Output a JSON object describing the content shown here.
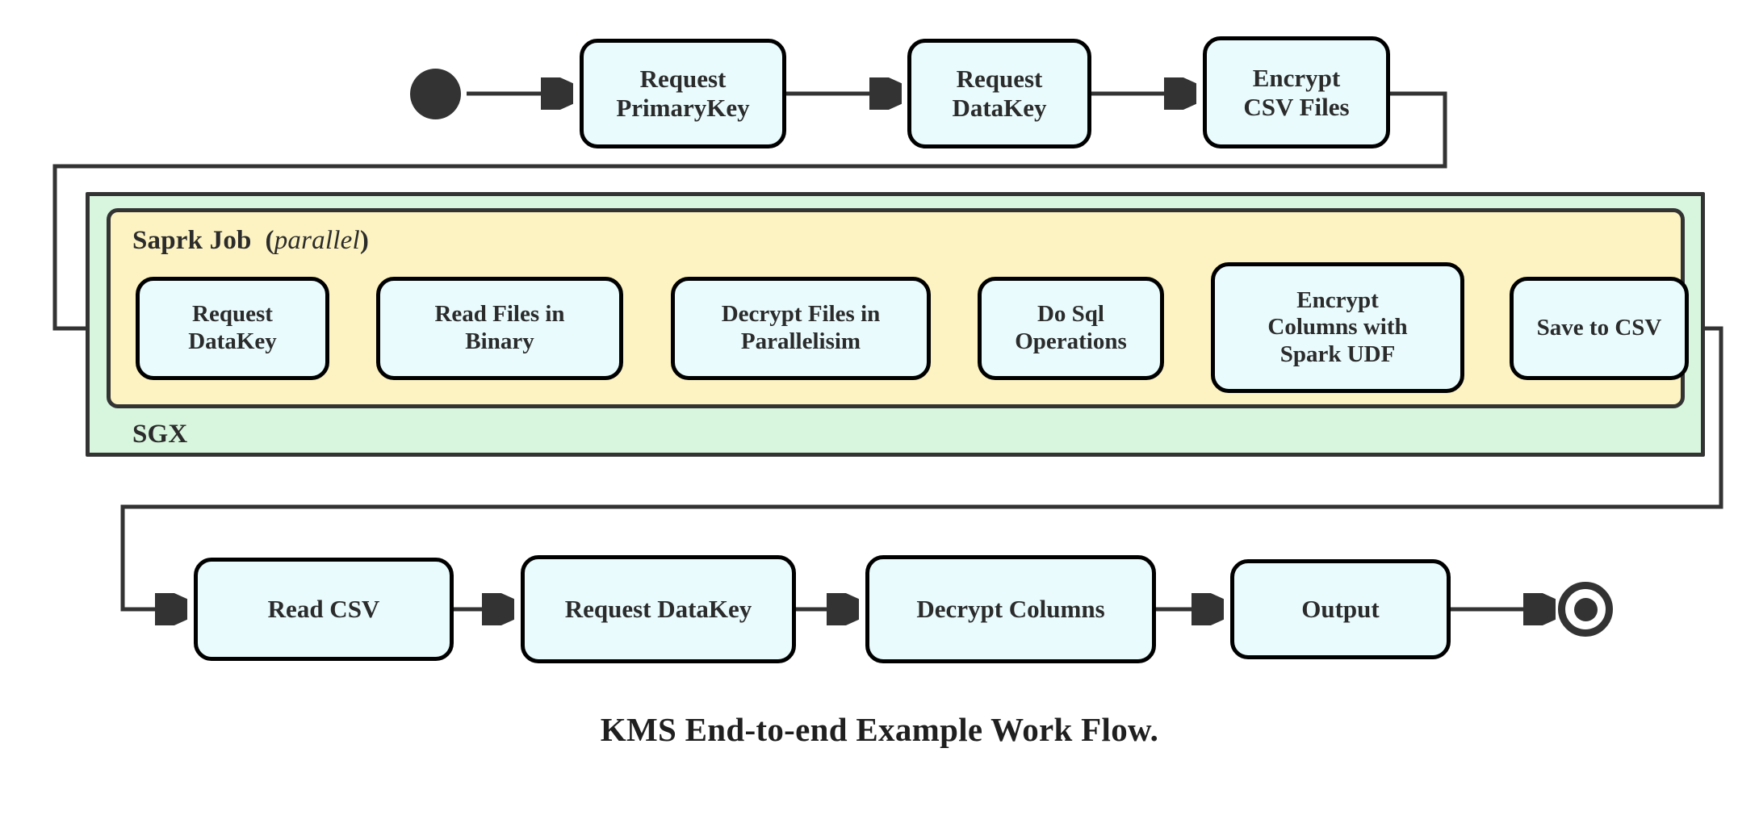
{
  "diagram": {
    "title": "KMS End-to-end Example Work Flow.",
    "type": "uml-activity-flowchart",
    "colors": {
      "node_fill": "#e9fbfd",
      "node_stroke": "#000000",
      "sgx_fill": "#d8f5dd",
      "spark_fill": "#fdf3c2",
      "region_stroke": "#333333",
      "wire_stroke": "#333333",
      "text": "#2b2b2b",
      "page_background": "#ffffff"
    },
    "regions": [
      {
        "id": "sgx",
        "label": "SGX",
        "label_position": "bottom-left"
      },
      {
        "id": "spark",
        "label_bold": "Saprk Job",
        "label_paren_open": "(",
        "label_italic": "parallel",
        "label_paren_close": ")",
        "label_position": "top-left"
      }
    ],
    "markers": {
      "start": "initial-state-filled-circle",
      "end": "final-state-bullseye"
    },
    "rows": {
      "top": {
        "name": "top-row",
        "nodes": [
          {
            "id": "request-primarykey",
            "lines": [
              "Request",
              "PrimaryKey"
            ]
          },
          {
            "id": "request-datakey-top",
            "lines": [
              "Request",
              "DataKey"
            ]
          },
          {
            "id": "encrypt-csv-files",
            "lines": [
              "Encrypt",
              "CSV Files"
            ]
          }
        ]
      },
      "spark": {
        "name": "spark-job-row",
        "nodes": [
          {
            "id": "request-datakey-spark",
            "lines": [
              "Request",
              "DataKey"
            ]
          },
          {
            "id": "read-files-in-binary",
            "lines": [
              "Read Files in",
              "Binary"
            ]
          },
          {
            "id": "decrypt-files-in-parallelisim",
            "lines": [
              "Decrypt Files in",
              "Parallelisim"
            ]
          },
          {
            "id": "do-sql-operations",
            "lines": [
              "Do Sql",
              "Operations"
            ]
          },
          {
            "id": "encrypt-columns-with-spark-udf",
            "lines": [
              "Encrypt",
              "Columns with",
              "Spark UDF"
            ]
          },
          {
            "id": "save-to-csv",
            "lines": [
              "Save to CSV"
            ]
          }
        ]
      },
      "bottom": {
        "name": "bottom-row",
        "nodes": [
          {
            "id": "read-csv",
            "lines": [
              "Read CSV"
            ]
          },
          {
            "id": "request-datakey-bottom",
            "lines": [
              "Request DataKey"
            ]
          },
          {
            "id": "decrypt-columns",
            "lines": [
              "Decrypt Columns"
            ]
          },
          {
            "id": "output",
            "lines": [
              "Output"
            ]
          }
        ]
      }
    },
    "flow_sequence": [
      "start",
      "Request PrimaryKey",
      "Request DataKey",
      "Encrypt CSV Files",
      "Request DataKey",
      "Read Files in Binary",
      "Decrypt Files in Parallelisim",
      "Do Sql Operations",
      "Encrypt Columns with Spark UDF",
      "Save to CSV",
      "Read CSV",
      "Request DataKey",
      "Decrypt Columns",
      "Output",
      "end"
    ]
  }
}
